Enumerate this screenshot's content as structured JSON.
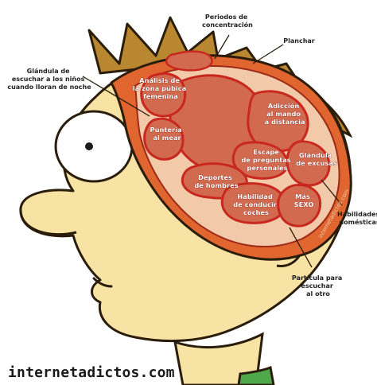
{
  "labels": {
    "periodos": [
      "Periodos de",
      "concentración"
    ],
    "planchar": [
      "Planchar"
    ],
    "glandula_ninos": [
      "Glándula de",
      "escuchar a los niños",
      "cuando lloran de noche"
    ],
    "analisis": [
      "Análisis de",
      "la zona púbica",
      "femenina"
    ],
    "adiccion": [
      "Adicción",
      "al mando",
      "a distancia"
    ],
    "punteria": [
      "Puntería",
      "al mear"
    ],
    "escape": [
      "Escape",
      "de preguntas",
      "personales"
    ],
    "glandula_excusas": [
      "Glándula",
      "de excusas"
    ],
    "deportes": [
      "Deportes",
      "de hombres"
    ],
    "habilidad": [
      "Habilidad",
      "de conducir",
      "coches"
    ],
    "mas_sexo": [
      "Más",
      "SEXO"
    ],
    "habilidades_domesticas": [
      "Habilidades",
      "domésticas"
    ],
    "particula": [
      "Partícula para",
      "escuchar",
      "al otro"
    ]
  },
  "watermark": "internetadictos.com",
  "brand": "internetadictos.com",
  "colors": {
    "skin": "#f7e3a4",
    "hair": "#b8872f",
    "brain_tissue": "#f2caa9",
    "lobe": "#d26a4f",
    "lobe_edge": "#c8281e",
    "skull": "#e0652e",
    "shirt": "#4fa84a"
  }
}
